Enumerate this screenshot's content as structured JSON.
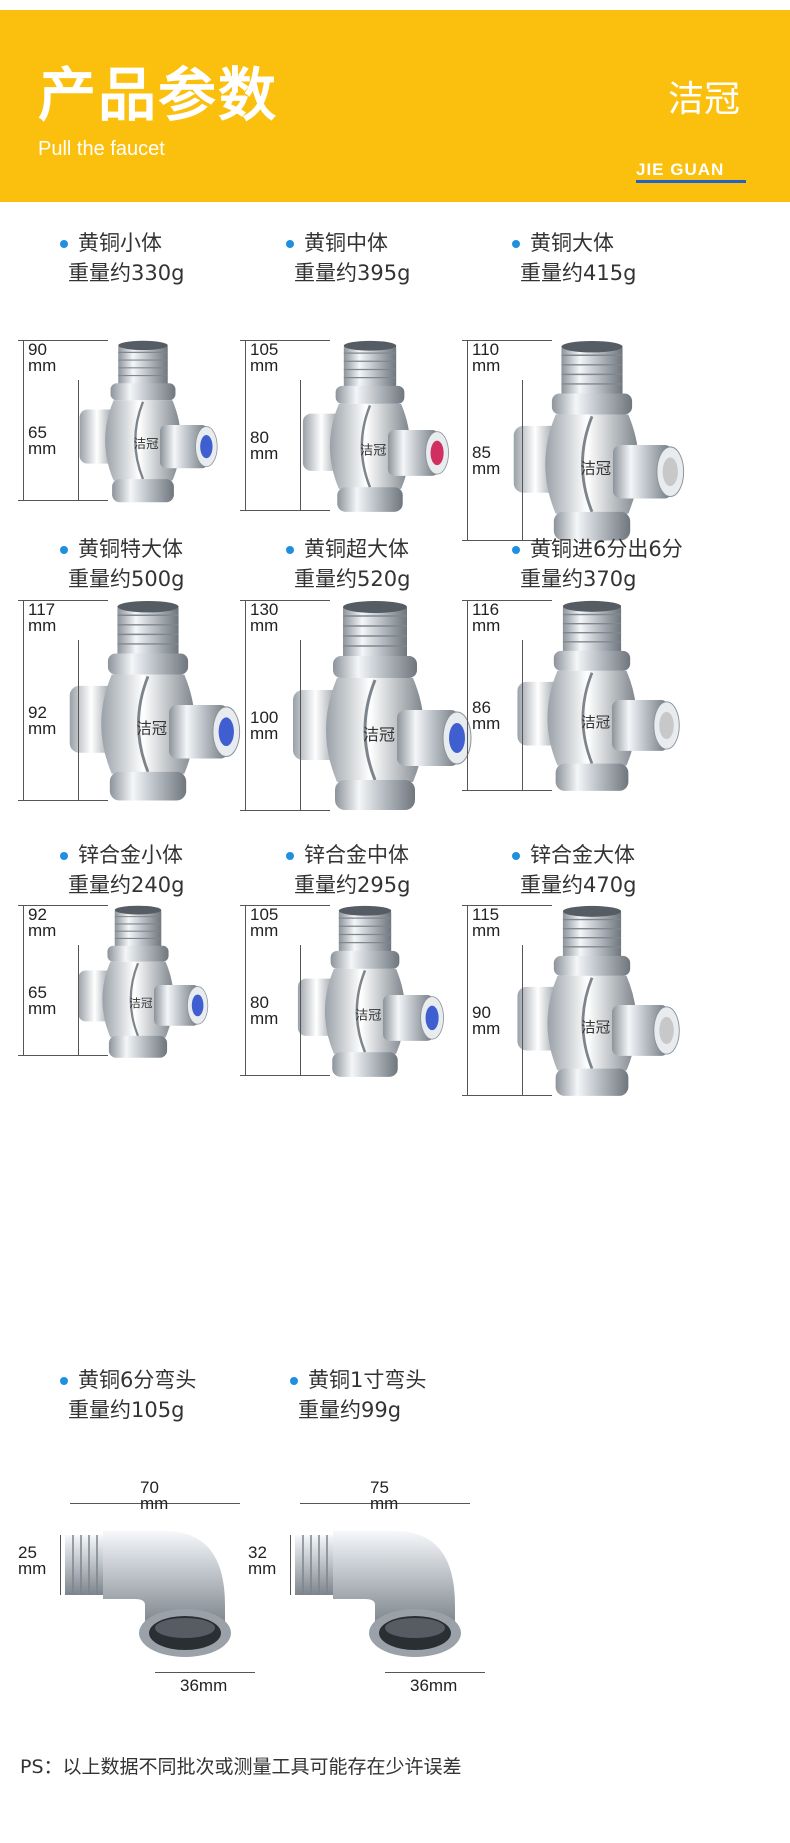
{
  "header": {
    "title": "产品参数",
    "subtitle": "Pull the faucet",
    "logo_cn": "洁冠",
    "logo_en": "JIE GUAN"
  },
  "products": [
    {
      "name": "黄铜小体",
      "weight": "重量约330g",
      "dims": [
        "90\nmm",
        "65\nmm"
      ],
      "button_color": "#3f5fd0"
    },
    {
      "name": "黄铜中体",
      "weight": "重量约395g",
      "dims": [
        "105\nmm",
        "80\nmm"
      ],
      "button_color": "#d03060"
    },
    {
      "name": "黄铜大体",
      "weight": "重量约415g",
      "dims": [
        "110\nmm",
        "85\nmm"
      ],
      "button_color": "#c8c8c8"
    },
    {
      "name": "黄铜特大体",
      "weight": "重量约500g",
      "dims": [
        "117\nmm",
        "92\nmm"
      ],
      "button_color": "#3f5fd0"
    },
    {
      "name": "黄铜超大体",
      "weight": "重量约520g",
      "dims": [
        "130\nmm",
        "100\nmm"
      ],
      "button_color": "#3f5fd0"
    },
    {
      "name": "黄铜进6分出6分",
      "weight": "重量约370g",
      "dims": [
        "116\nmm",
        "86\nmm"
      ],
      "button_color": "#c8c8c8"
    },
    {
      "name": "锌合金小体",
      "weight": "重量约240g",
      "dims": [
        "92\nmm",
        "65\nmm"
      ],
      "button_color": "#3f5fd0"
    },
    {
      "name": "锌合金中体",
      "weight": "重量约295g",
      "dims": [
        "105\nmm",
        "80\nmm"
      ],
      "button_color": "#3f5fd0"
    },
    {
      "name": "锌合金大体",
      "weight": "重量约470g",
      "dims": [
        "115\nmm",
        "90\nmm"
      ],
      "button_color": "#c8c8c8"
    }
  ],
  "elbows": [
    {
      "name": "黄铜6分弯头",
      "weight": "重量约105g",
      "width": "70\nmm",
      "height": "25\nmm",
      "bottom": "36mm"
    },
    {
      "name": "黄铜1寸弯头",
      "weight": "重量约99g",
      "width": "75\nmm",
      "height": "32\nmm",
      "bottom": "36mm"
    }
  ],
  "note": "PS：以上数据不同批次或测量工具可能存在少许误差"
}
